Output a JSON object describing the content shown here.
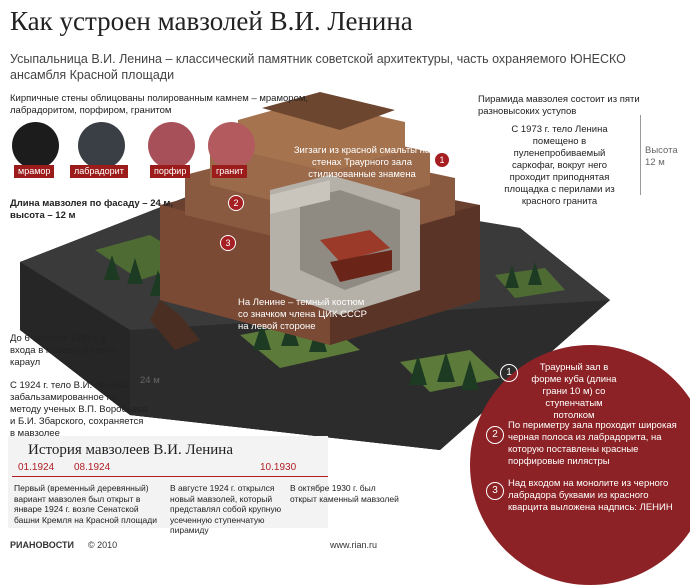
{
  "title": "Как устроен мавзолей В.И. Ленина",
  "subtitle": "Усыпальница В.И. Ленина – классический памятник советской архитектуры, часть охраняемого ЮНЕСКО ансамбля Красной площади",
  "walls": {
    "note": "Кирпичные стены облицованы полированным камнем – мрамором, лабрадоритом, порфиром, гранитом",
    "stones": [
      {
        "label": "мрамор",
        "color": "#1c1c1c"
      },
      {
        "label": "лабрадорит",
        "color": "#3a3f45"
      },
      {
        "label": "порфир",
        "color": "#a8505a"
      },
      {
        "label": "гранит",
        "color": "#b25a5e"
      }
    ]
  },
  "pyramid_note": "Пирамида мавзолея состоит из пяти разновысоких уступов",
  "sarcophagus_note": "С 1973 г. тело Ленина помещено в пуленепробиваемый саркофаг, вокруг него проходит приподнятая площадка с перилами из красного гранита",
  "height_label": "Высота 12 м",
  "zigzag_note": "Зигзаги из красной смальты на стенах Траурного зала стилизованные знамена",
  "size_note_line1": "Длина мавзолея по фасаду – 24 м,",
  "size_note_line2": "высота – 12 м",
  "suit_note": "На Ленине – темный костюм со значком члена ЦИК СССР на левой стороне",
  "guard_note": "До 6 октября 1993 г. у входа в мавзолей стоял караул",
  "embalm_note": "С 1924 г. тело В.И. Ленина, забальзамированное по методу ученых В.П. Воробьева и Б.И. Збарского, сохраняется в мавзолее",
  "length_label": "24 м",
  "markers": {
    "m1": "1",
    "m2": "2",
    "m3": "3"
  },
  "legend": [
    {
      "num": "1",
      "text": "Траурный зал в форме куба (длина грани 10 м) со ступенчатым потолком"
    },
    {
      "num": "2",
      "text": "По периметру зала проходит широкая черная полоса из лабрадорита, на которую поставлены красные порфировые пилястры"
    },
    {
      "num": "3",
      "text": "Над входом на монолите из черного лабрадора буквами из красного кварцита выложена надпись: ЛЕНИН"
    }
  ],
  "history": {
    "title": "История мавзолеев В.И. Ленина",
    "dates": [
      "01.1924",
      "08.1924",
      "10.1930"
    ],
    "items": [
      "Первый (временный деревянный) вариант мавзолея был открыт в январе 1924 г. возле Сенатской башни Кремля на Красной площади",
      "В августе 1924 г. открылся новый мавзолей, который представлял собой крупную усеченную ступенчатую пирамиду",
      "В октябре 1930 г. был открыт каменный мавзолей"
    ]
  },
  "footer": {
    "brand": "РИАНОВОСТИ",
    "copyright": "© 2010",
    "site": "www.rian.ru"
  }
}
